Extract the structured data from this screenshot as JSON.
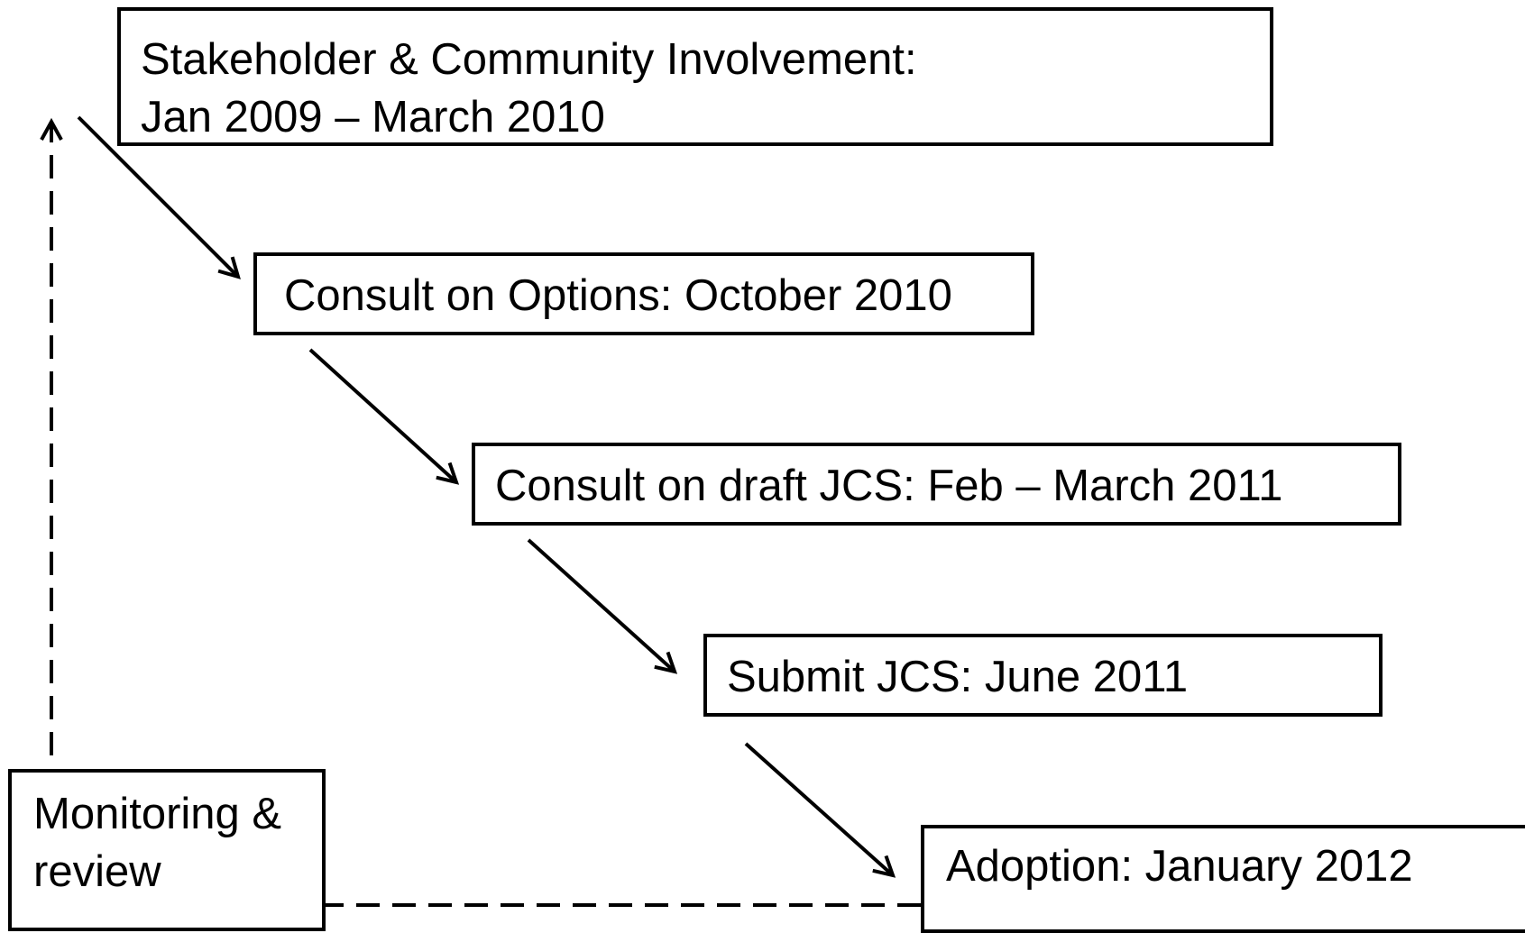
{
  "diagram": {
    "nodes": {
      "stakeholder": {
        "line1": "Stakeholder & Community Involvement:",
        "line2": "Jan 2009 – March 2010"
      },
      "options": {
        "label": "Consult on Options: October 2010"
      },
      "draft": {
        "label": "Consult on draft JCS: Feb – March 2011"
      },
      "submit": {
        "label": "Submit JCS: June 2011"
      },
      "adoption": {
        "label": "Adoption: January 2012"
      },
      "monitoring": {
        "line1": "Monitoring &",
        "line2": "review"
      }
    },
    "edges": [
      {
        "from": "stakeholder",
        "to": "options",
        "style": "solid"
      },
      {
        "from": "options",
        "to": "draft",
        "style": "solid"
      },
      {
        "from": "draft",
        "to": "submit",
        "style": "solid"
      },
      {
        "from": "submit",
        "to": "adoption",
        "style": "solid"
      },
      {
        "from": "adoption",
        "to": "monitoring",
        "style": "dashed"
      },
      {
        "from": "monitoring",
        "to": "stakeholder",
        "style": "dashed"
      }
    ],
    "colors": {
      "stroke": "#000000",
      "background": "#ffffff",
      "highlight_ellipse": "#b8d86a"
    }
  }
}
